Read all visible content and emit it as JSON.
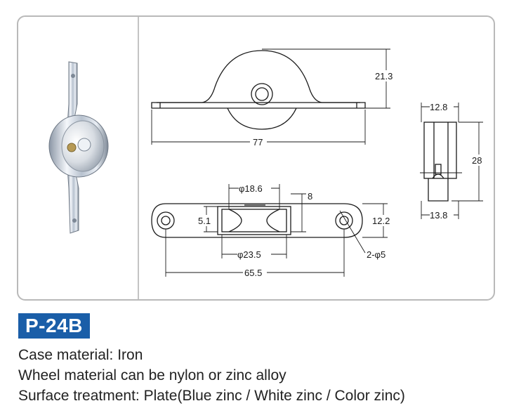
{
  "product": {
    "model": "P-24B"
  },
  "description": [
    "Case material: Iron",
    "Wheel material can be nylon or zinc alloy",
    "Surface treatment: Plate(Blue zinc / White zinc / Color zinc)"
  ],
  "dimensions": {
    "height": "21.3",
    "length": "77",
    "width_top": "12.8",
    "side_height": "28",
    "width_bottom": "13.8",
    "wheel_inner_dia": "φ18.6",
    "wheel_thickness": "8",
    "groove": "5.1",
    "plate_width": "12.2",
    "wheel_outer_dia": "φ23.5",
    "hole_spacing": "65.5",
    "holes": "2-φ5"
  },
  "colors": {
    "badge": "#1a5ea8",
    "frame": "#b9b9b9"
  }
}
